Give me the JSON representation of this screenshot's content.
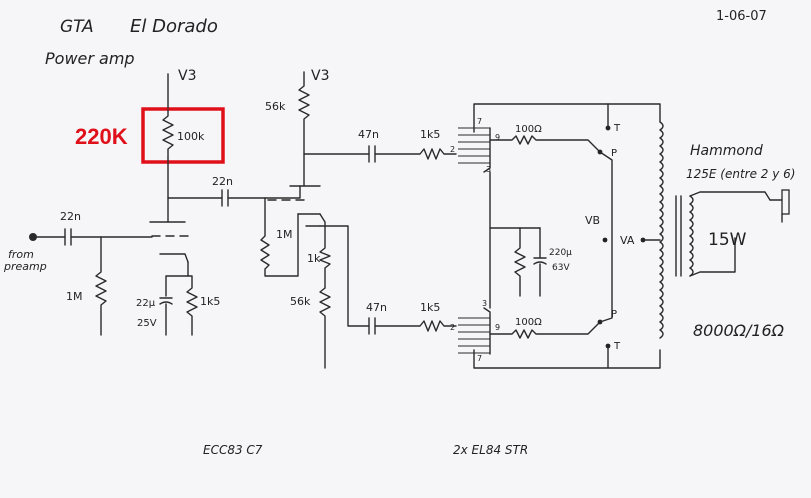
{
  "header": {
    "title_left": "GTA",
    "title_right": "El Dorado",
    "subtitle": "Power amp",
    "date": "1-06-07"
  },
  "annotation": {
    "text": "220K",
    "color": "#e0101a"
  },
  "rails": {
    "v3_left": "V3",
    "v3_right": "V3",
    "vb": "VB",
    "va": "VA"
  },
  "components": {
    "plate_res_1": "100k",
    "plate_res_2": "56k",
    "cap_couple_1": "22n",
    "cap_couple_2": "22n",
    "cap_out_upper": "47n",
    "cap_out_lower": "47n",
    "grid_res_upper": "1k5",
    "grid_res_lower": "1k5",
    "stopper_upper": "100Ω",
    "stopper_lower": "100Ω",
    "input_leak": "1M",
    "pi_grid": "1M",
    "tail_1k": "1k",
    "tail_56k": "56k",
    "cathode_cap": "22µ",
    "cathode_cap_v": "25V",
    "cathode_res": "1k5",
    "bias_cap": "220µ",
    "bias_cap_v": "63V"
  },
  "labels": {
    "input_line1": "from",
    "input_line2": "preamp",
    "tube_pin_7_upper": "7",
    "tube_pin_2_upper": "2",
    "tube_pin_9_upper": "9",
    "tube_pin_3_upper": "3",
    "tube_pin_3_lower": "3",
    "tube_pin_2_lower": "2",
    "tube_pin_9_lower": "9",
    "tube_pin_7_lower": "7",
    "tap_t_upper": "T",
    "tap_p_upper": "P",
    "tap_p_lower": "P",
    "tap_t_lower": "T"
  },
  "transformer": {
    "brand": "Hammond",
    "model": "125E (entre 2 y 6)",
    "power": "15W",
    "impedance": "8000Ω/16Ω"
  },
  "footer": {
    "preamp_tube": "ECC83 C7",
    "power_tubes": "2x EL84 STR"
  }
}
